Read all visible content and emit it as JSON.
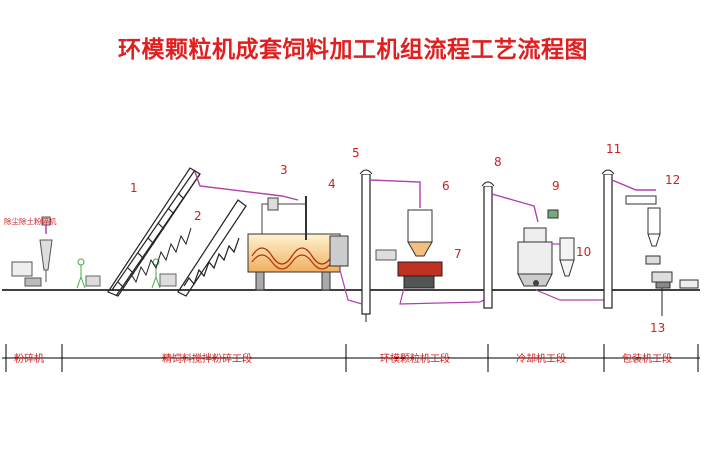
{
  "title": "环模颗粒机成套饲料加工机组流程工艺流程图",
  "dust_label": "除尘除土粉碎机",
  "numbers": [
    "1",
    "2",
    "3",
    "4",
    "5",
    "6",
    "7",
    "8",
    "9",
    "10",
    "11",
    "12",
    "13"
  ],
  "sections": [
    "粉碎机",
    "精饲料搅拌粉碎工段",
    "环模颗粒机工段",
    "冷却机工段",
    "包装机工段"
  ],
  "colors": {
    "accent": "#d02020",
    "pipe": "#b040b0",
    "line": "#000000"
  }
}
